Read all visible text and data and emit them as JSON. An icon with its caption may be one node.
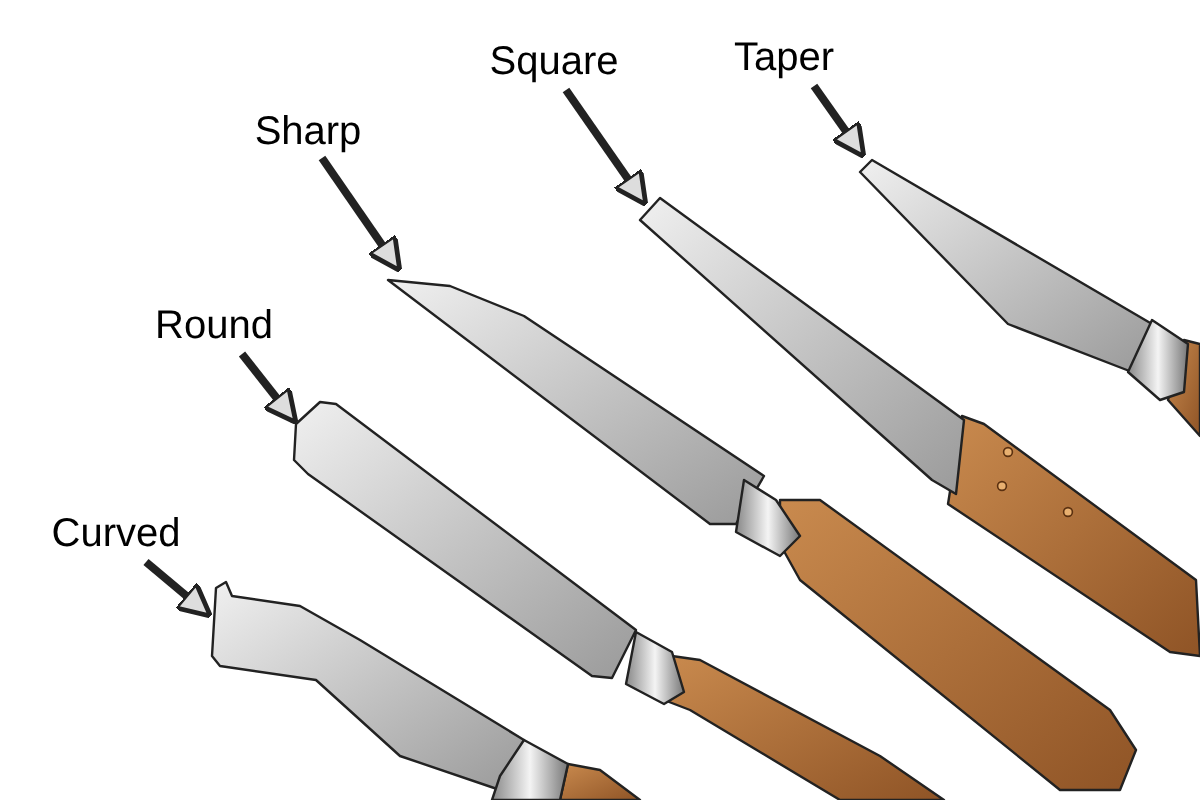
{
  "diagram": {
    "nodes": [
      {
        "text": [
          "Square"
        ]
      },
      {
        "text": [
          "Taper"
        ]
      },
      {
        "text": [
          "Sharp"
        ]
      },
      {
        "text": [
          "Round"
        ]
      },
      {
        "text": [
          "Curved"
        ]
      },
      {
        "text": [],
        "shape": "picture"
      },
      {
        "text": [],
        "shape": "picture"
      },
      {
        "text": [],
        "shape": "picture"
      },
      {
        "text": [],
        "shape": "picture"
      },
      {
        "text": [],
        "shape": "picture"
      }
    ],
    "edges": [
      {
        "from": 0,
        "to": 6,
        "arrow": "to"
      },
      {
        "from": 1,
        "to": 7,
        "arrow": "to"
      },
      {
        "from": 2,
        "to": 5,
        "arrow": "to"
      },
      {
        "from": 3,
        "to": 8,
        "arrow": "to"
      },
      {
        "from": 4,
        "to": 9,
        "arrow": "to"
      }
    ]
  }
}
